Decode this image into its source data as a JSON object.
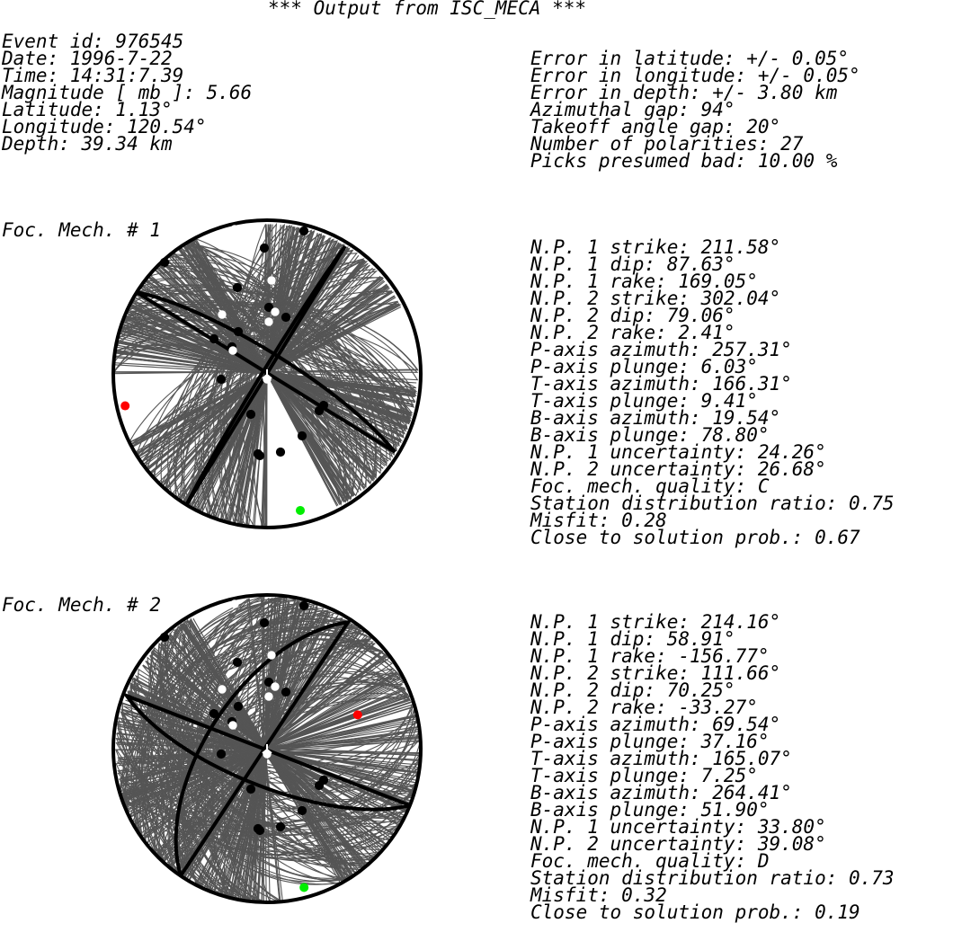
{
  "title": "*** Output from ISC_MECA ***",
  "event": {
    "left": [
      "Event id: 976545",
      "Date: 1996-7-22",
      "Time: 14:31:7.39",
      "Magnitude [ mb ]: 5.66",
      "Latitude: 1.13°",
      "Longitude: 120.54°",
      "Depth: 39.34 km"
    ],
    "right": [
      "Error in latitude: +/- 0.05°",
      "Error in longitude: +/- 0.05°",
      "Error in depth: +/- 3.80 km",
      "Azimuthal gap: 94°",
      "Takeoff angle gap: 20°",
      "Number of polarities: 27",
      "Picks presumed bad: 10.00 %"
    ]
  },
  "mechanisms": [
    {
      "label": "Foc. Mech. # 1",
      "params": [
        "N.P. 1 strike: 211.58°",
        "N.P. 1 dip: 87.63°",
        "N.P. 1 rake: 169.05°",
        "N.P. 2 strike: 302.04°",
        "N.P. 2 dip: 79.06°",
        "N.P. 2 rake: 2.41°",
        "P-axis azimuth: 257.31°",
        "P-axis plunge: 6.03°",
        "T-axis azimuth: 166.31°",
        "T-axis plunge: 9.41°",
        "B-axis azimuth: 19.54°",
        "B-axis plunge: 78.80°",
        "N.P. 1 uncertainty: 24.26°",
        "N.P. 2 uncertainty: 26.68°",
        "Foc. mech. quality: C",
        "Station distribution ratio: 0.75",
        "Misfit: 0.28",
        "Close to solution prob.: 0.67"
      ],
      "colors": {
        "p_axis": "#ff0000",
        "t_axis": "#00ee00",
        "planes": "#000000",
        "families": "#555555"
      }
    },
    {
      "label": "Foc. Mech. # 2",
      "params": [
        "N.P. 1 strike: 214.16°",
        "N.P. 1 dip: 58.91°",
        "N.P. 1 rake: -156.77°",
        "N.P. 2 strike: 111.66°",
        "N.P. 2 dip: 70.25°",
        "N.P. 2 rake: -33.27°",
        "P-axis azimuth: 69.54°",
        "P-axis plunge: 37.16°",
        "T-axis azimuth: 165.07°",
        "T-axis plunge: 7.25°",
        "B-axis azimuth: 264.41°",
        "B-axis plunge: 51.90°",
        "N.P. 1 uncertainty: 33.80°",
        "N.P. 2 uncertainty: 39.08°",
        "Foc. mech. quality: D",
        "Station distribution ratio: 0.73",
        "Misfit: 0.32",
        "Close to solution prob.: 0.19"
      ],
      "colors": {
        "p_axis": "#ff0000",
        "t_axis": "#00ee00",
        "planes": "#000000",
        "families": "#555555"
      }
    }
  ]
}
